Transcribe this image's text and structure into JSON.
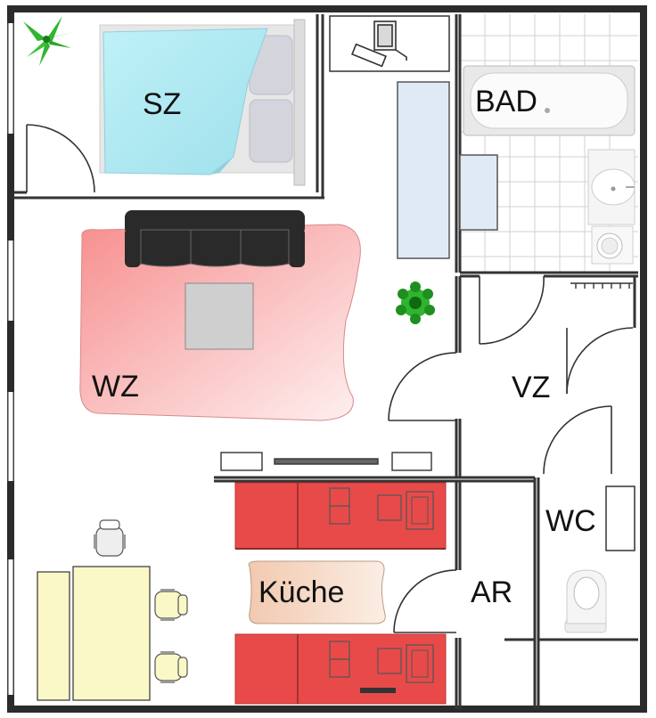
{
  "rooms": {
    "sz": "SZ",
    "bad": "BAD",
    "wz": "WZ",
    "vz": "VZ",
    "wc": "WC",
    "ar": "AR",
    "kueche": "Küche"
  },
  "colors": {
    "wall": "#2b2b2b",
    "bed": "#aeeaf2",
    "rug": "#f7a8a8",
    "sofa": "#2a2a2a",
    "kitchen": "#e84a4a",
    "kitchen_island": "#f6ddcc",
    "dining": "#fbf8c8",
    "plant": "#2fb52f",
    "grid": "#cfcfcf"
  },
  "icons": [
    "plant-icon",
    "computer-icon",
    "bathtub-icon",
    "sink-icon",
    "toilet-icon",
    "chair-icon",
    "stove-icon"
  ]
}
